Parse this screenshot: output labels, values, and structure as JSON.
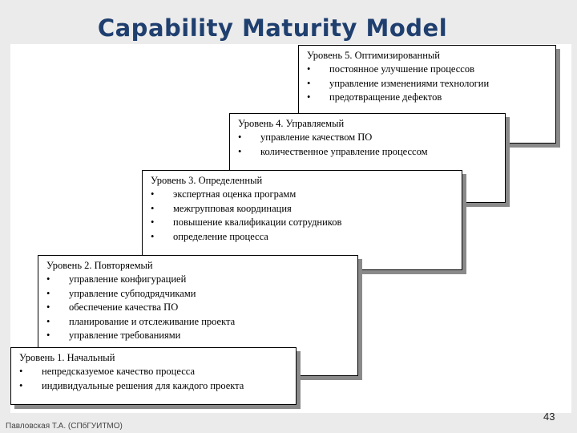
{
  "title": "Capability Maturity Model",
  "bullet": "•",
  "levels": [
    {
      "name": "Уровень 5. Оптимизированный",
      "items": [
        "постоянное улучшение процессов",
        "управление изменениями технологии",
        "предотвращение дефектов"
      ]
    },
    {
      "name": "Уровень 4. Управляемый",
      "items": [
        "управление качеством ПО",
        "количественное управление процессом"
      ]
    },
    {
      "name": "Уровень 3. Определенный",
      "items": [
        "экспертная оценка программ",
        "межгрупповая координация",
        "повышение квалификации сотрудников",
        "определение процесса"
      ]
    },
    {
      "name": "Уровень 2. Повторяемый",
      "items": [
        "управление конфигурацией",
        "управление субподрядчиками",
        "обеспечение качества ПО",
        "планирование и отслеживание проекта",
        "управление требованиями"
      ]
    },
    {
      "name": "Уровень 1. Начальный",
      "items": [
        "непредсказуемое качество процесса",
        "индивидуальные решения для каждого проекта"
      ]
    }
  ],
  "footer": "Павловская Т.А. (СПбГУИТМО)",
  "page_number": "43"
}
